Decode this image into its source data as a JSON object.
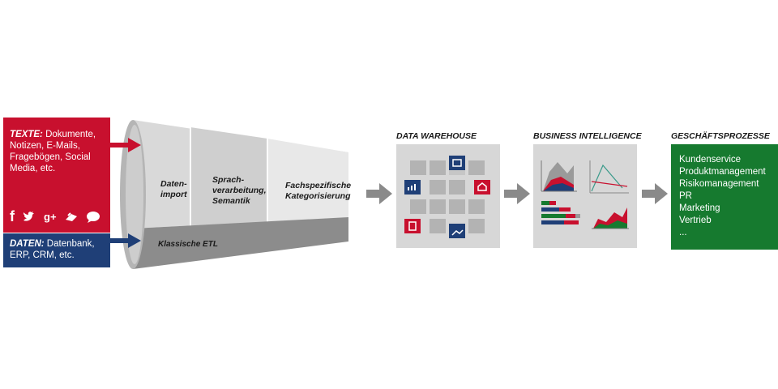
{
  "texte_box": {
    "title": "TEXTE:",
    "body": "Dokumente, Notizen, E-Mails, Fragebögen, Social Media, etc."
  },
  "daten_box": {
    "title": "DATEN:",
    "body": "Datenbank, ERP, CRM, etc."
  },
  "social_icons": [
    "facebook-icon",
    "twitter-icon",
    "google-plus-icon",
    "chat-icon",
    "speech-bubble-icon"
  ],
  "social_glyphs": {
    "facebook": "f",
    "google": "g+"
  },
  "funnel": {
    "stage1": [
      "Daten-",
      "import"
    ],
    "stage2": [
      "Sprach-",
      "verarbeitung,",
      "Semantik"
    ],
    "stage3": [
      "Fachspezifische",
      "Kategorisierung"
    ],
    "etl": "Klassische ETL"
  },
  "stages": {
    "dw_title": "DATA WAREHOUSE",
    "bi_title": "BUSINESS INTELLIGENCE",
    "gp_title": "GESCHÄFTSPROZESSE"
  },
  "processes": [
    "Kundenservice",
    "Produktmanagement",
    "Risikomanagement",
    "PR",
    "Marketing",
    "Vertrieb",
    "..."
  ],
  "colors": {
    "red": "#c8102e",
    "blue": "#1f3f77",
    "green": "#167a2f",
    "arrow": "#8a8a8a"
  }
}
